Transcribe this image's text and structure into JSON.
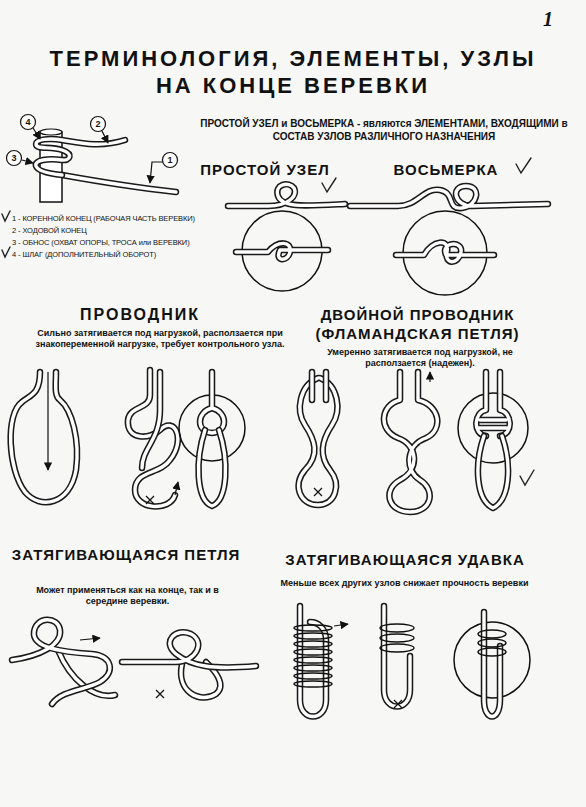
{
  "diagram": {
    "title": "ТЕРМИНОЛОГИЯ, ЭЛЕМЕНТЫ, УЗЛЫ НА КОНЦЕ ВЕРЕВКИ",
    "labels": [
      "1",
      "4",
      "2",
      "3",
      "1",
      "1 - КОРЕННОЙ КОНЕЦ (РАБОЧАЯ ЧАСТЬ ВЕРЕВКИ)",
      "2 - ХОДОВОЙ КОНЕЦ",
      "3 - ОБНОС (ОХВАТ ОПОРЫ, ТРОСА или ВЕРЕВКИ)",
      "4 - ШЛАГ (ДОПОЛНИТЕЛЬНЫЙ ОБОРОТ)",
      "ПРОСТОЙ УЗЕЛ и ВОСЬМЕРКА - являются ЭЛЕМЕНТАМИ, ВХОДЯЩИМИ в СОСТАВ УЗЛОВ РАЗЛИЧНОГО НАЗНАЧЕНИЯ",
      "ПРОСТОЙ УЗЕЛ",
      "ВОСЬМЕРКА",
      "ПРОВОДНИК",
      "Сильно затягивается под нагрузкой, расползается при знакопеременной нагрузке, требует контрольного узла.",
      "ДВОЙНОЙ ПРОВОДНИК (ФЛАМАНДСКАЯ ПЕТЛЯ)",
      "Умеренно затягивается под нагрузкой, не расползается (надежен).",
      "ЗАТЯГИВАЮЩАЯСЯ ПЕТЛЯ",
      "Может применяться как на конце, так и в середине веревки.",
      "ЗАТЯГИВАЮЩАЯСЯ УДАВКА",
      "Меньше всех других узлов снижает прочность веревки"
    ]
  }
}
